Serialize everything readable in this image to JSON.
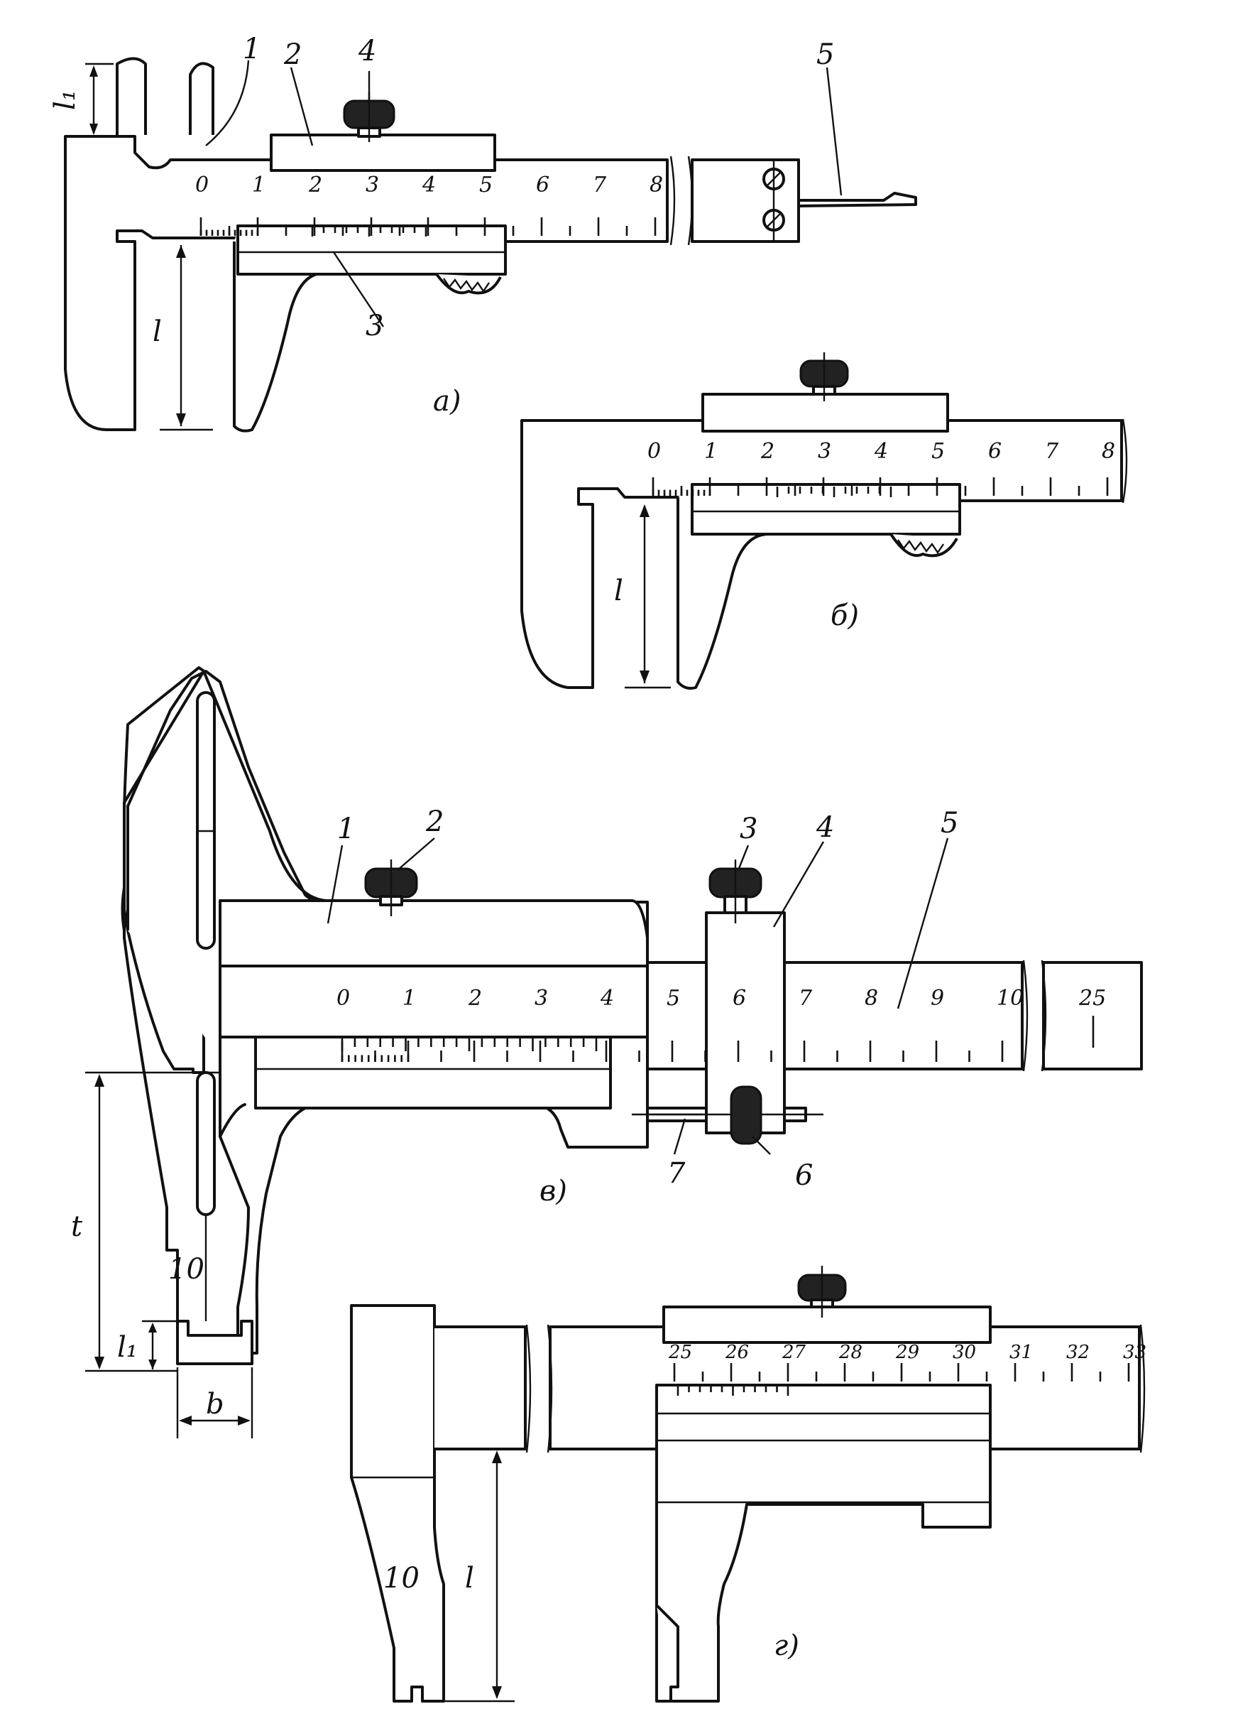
{
  "diagram": {
    "panels": {
      "a": "а)",
      "b": "б)",
      "v": "в)",
      "g": "г)"
    },
    "fig_a": {
      "callouts": [
        "1",
        "2",
        "3",
        "4",
        "5"
      ],
      "dims": {
        "l1": "l₁",
        "l": "l"
      },
      "scale": [
        "0",
        "1",
        "2",
        "3",
        "4",
        "5",
        "6",
        "7",
        "8"
      ]
    },
    "fig_b": {
      "dims": {
        "l": "l"
      },
      "scale": [
        "0",
        "1",
        "2",
        "3",
        "4",
        "5",
        "6",
        "7",
        "8"
      ]
    },
    "fig_v": {
      "callouts": [
        "1",
        "2",
        "3",
        "4",
        "5",
        "6",
        "7",
        "10"
      ],
      "dims": {
        "t": "t",
        "l1": "l₁",
        "b": "b"
      },
      "scale": [
        "0",
        "1",
        "2",
        "3",
        "4",
        "5",
        "6",
        "7",
        "8",
        "9",
        "10"
      ],
      "scale_end": "25"
    },
    "fig_g": {
      "callouts": [
        "10"
      ],
      "dims": {
        "l": "l"
      },
      "scale": [
        "25",
        "26",
        "27",
        "28",
        "29",
        "30",
        "31",
        "32",
        "33"
      ]
    },
    "icons": [
      "knurled-screw-icon",
      "slotted-screw-icon"
    ]
  }
}
